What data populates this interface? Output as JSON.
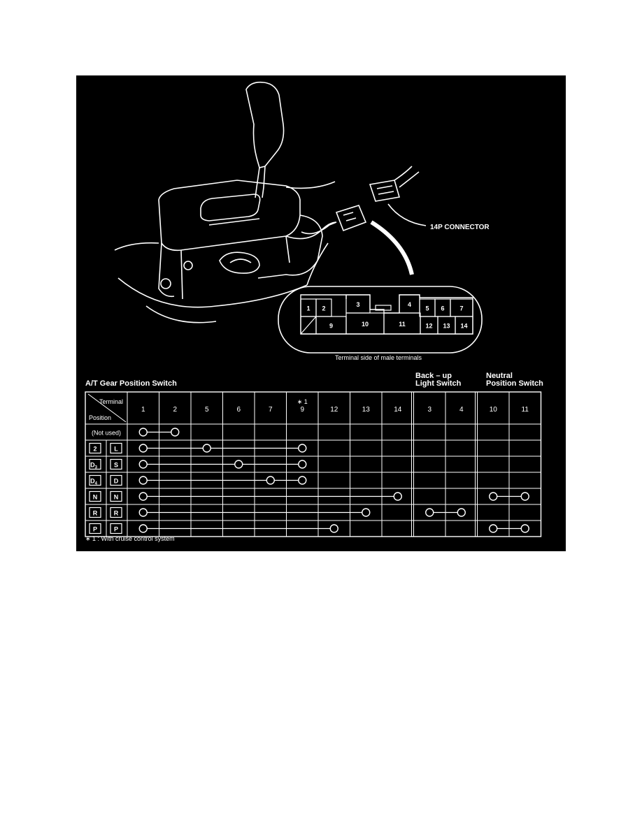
{
  "labels": {
    "connector": "14P CONNECTOR",
    "terminal_caption": "Terminal side of male terminals",
    "main_title": "A/T Gear Position Switch",
    "backup_title_1": "Back – up",
    "backup_title_2": "Light Switch",
    "neutral_title_1": "Neutral",
    "neutral_title_2": "Position Switch",
    "header_terminal": "Terminal",
    "header_position": "Position",
    "star_mark": "∗ 1",
    "footnote": "∗ 1 : With cruise control system"
  },
  "connector_pins": [
    {
      "id": "1",
      "label": "1"
    },
    {
      "id": "2",
      "label": "2"
    },
    {
      "id": "3",
      "label": "3"
    },
    {
      "id": "4",
      "label": "4"
    },
    {
      "id": "5",
      "label": "5"
    },
    {
      "id": "6",
      "label": "6"
    },
    {
      "id": "7",
      "label": "7"
    },
    {
      "id": "9",
      "label": "9"
    },
    {
      "id": "10",
      "label": "10"
    },
    {
      "id": "11",
      "label": "11"
    },
    {
      "id": "12",
      "label": "12"
    },
    {
      "id": "13",
      "label": "13"
    },
    {
      "id": "14",
      "label": "14"
    }
  ],
  "columns": [
    "1",
    "2",
    "5",
    "6",
    "7",
    "9",
    "12",
    "13",
    "14",
    "3",
    "4",
    "10",
    "11"
  ],
  "rows": [
    {
      "label": "(Not used)",
      "boxes": [],
      "connections": [
        [
          "1",
          "2"
        ]
      ]
    },
    {
      "label": "",
      "boxes": [
        "2",
        "L"
      ],
      "connections": [
        [
          "1",
          "5",
          "9"
        ]
      ]
    },
    {
      "label": "",
      "boxes": [
        "D3",
        "S"
      ],
      "connections": [
        [
          "1",
          "6",
          "9"
        ]
      ]
    },
    {
      "label": "",
      "boxes": [
        "D4",
        "D"
      ],
      "connections": [
        [
          "1",
          "7",
          "9"
        ]
      ]
    },
    {
      "label": "",
      "boxes": [
        "N",
        "N"
      ],
      "connections": [
        [
          "1",
          "14"
        ],
        [
          "10",
          "11"
        ]
      ]
    },
    {
      "label": "",
      "boxes": [
        "R",
        "R"
      ],
      "connections": [
        [
          "1",
          "13"
        ],
        [
          "3",
          "4"
        ]
      ]
    },
    {
      "label": "",
      "boxes": [
        "P",
        "P"
      ],
      "connections": [
        [
          "1",
          "12"
        ],
        [
          "10",
          "11"
        ]
      ]
    }
  ]
}
